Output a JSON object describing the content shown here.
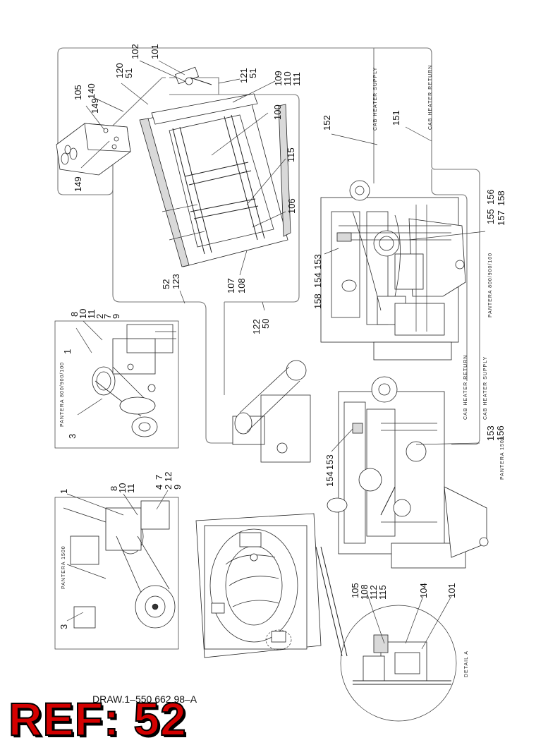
{
  "drawing_number": "DRAW.1–550 662 98–A",
  "ref_badge": "REF: 52",
  "captions": {
    "cab_heater_supply_top": "CAB HEATER SUPPLY",
    "cab_heater_return_top": "CAB HEATER RETURN",
    "pantera_800_top": "PANTERA 800/900/100",
    "pantera_800_left": "PANTERA 800/900/100",
    "cab_heater_return_mid": "CAB HEATER RETURN",
    "cab_heater_supply_mid": "CAB HEATER SUPPLY",
    "pantera_1500_right": "PANTERA 1500",
    "pantera_1500_left": "PANTERA 1500",
    "detail_a": "DETAIL A"
  },
  "labels": {
    "l101a": "101",
    "l102": "102",
    "l120": "120",
    "l51a": "51",
    "l140": "140",
    "l149a": "149",
    "l105a": "105",
    "l149b": "149",
    "l121": "121",
    "l51b": "51",
    "l109": "109",
    "l110": "110",
    "l111": "111",
    "l100": "100",
    "l115a": "115",
    "l106": "106",
    "l107": "107",
    "l108a": "108",
    "l52": "52",
    "l123": "123",
    "l122": "122",
    "l50": "50",
    "l152": "152",
    "l151": "151",
    "l155": "155",
    "l156a": "156",
    "l157": "157",
    "l158a": "158",
    "l158b": "158",
    "l154a": "154",
    "l153a": "153",
    "l8a": "8",
    "l10a": "10",
    "l11a": "11",
    "l2a": "2",
    "l7a": "7",
    "l9a": "9",
    "l1a": "1",
    "l3a": "3",
    "l1b": "1",
    "l8b": "8",
    "l10b": "10",
    "l11b": "11",
    "l4": "4",
    "l7b": "7",
    "l12": "12",
    "l2b": "2",
    "l9b": "9",
    "l3b": "3",
    "l154b": "154",
    "l153b": "153",
    "l153c": "153",
    "l156b": "156",
    "l105b": "105",
    "l108b": "108",
    "l112": "112",
    "l115b": "115",
    "l104": "104",
    "l101b": "101"
  }
}
